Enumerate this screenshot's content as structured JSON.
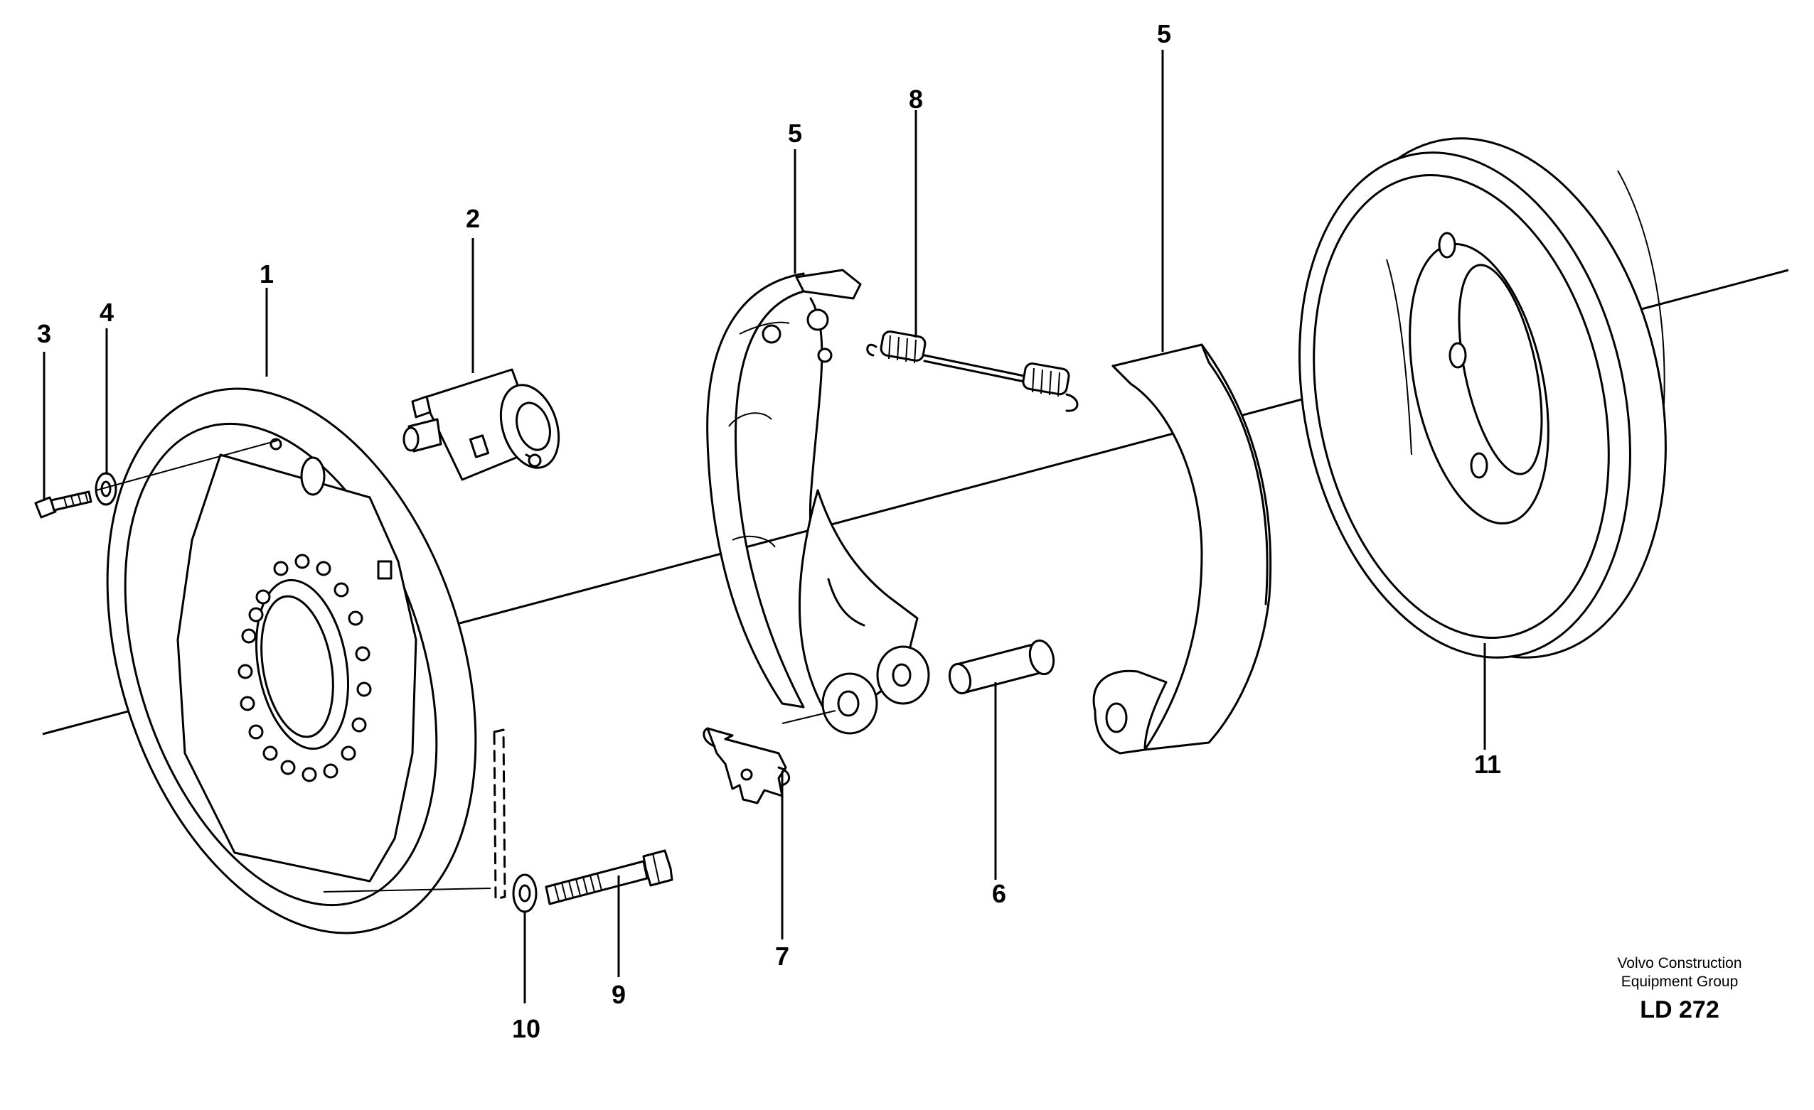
{
  "callouts": {
    "c1": "1",
    "c2": "2",
    "c3": "3",
    "c4": "4",
    "c5_shoe": "5",
    "c5_lining": "5",
    "c6": "6",
    "c7": "7",
    "c8": "8",
    "c9": "9",
    "c10": "10",
    "c11": "11"
  },
  "credit": {
    "line1": "Volvo Construction",
    "line2": "Equipment Group",
    "code": "LD 272"
  }
}
